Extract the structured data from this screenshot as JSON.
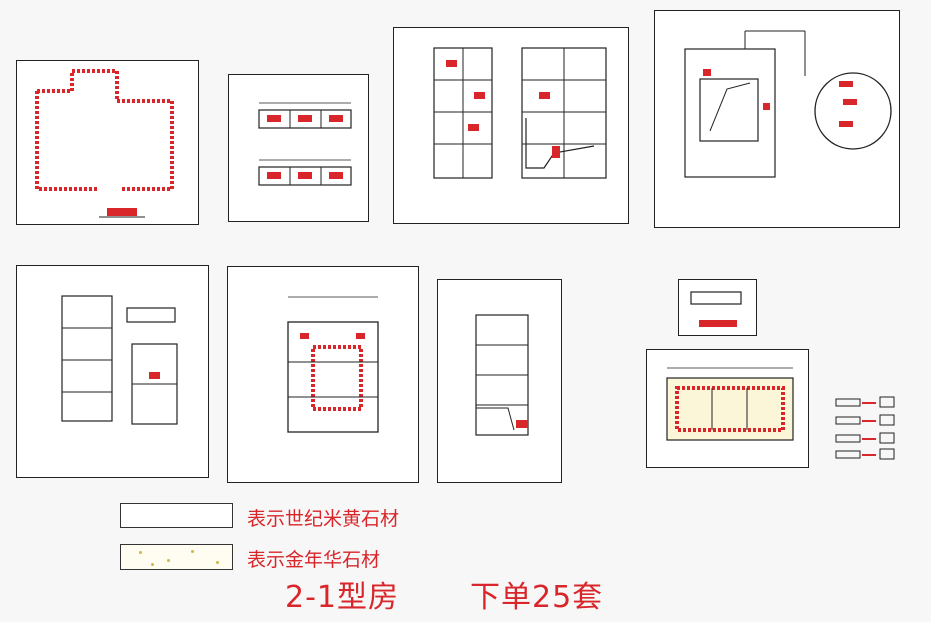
{
  "legend": {
    "item1_label": "表示世纪米黄石材",
    "item2_label": "表示金年华石材"
  },
  "caption": {
    "model": "2-1型房",
    "order": "下单25套"
  },
  "colors": {
    "accent": "#d8262b",
    "line": "#222222",
    "stone_speck": "#c9b84a"
  }
}
